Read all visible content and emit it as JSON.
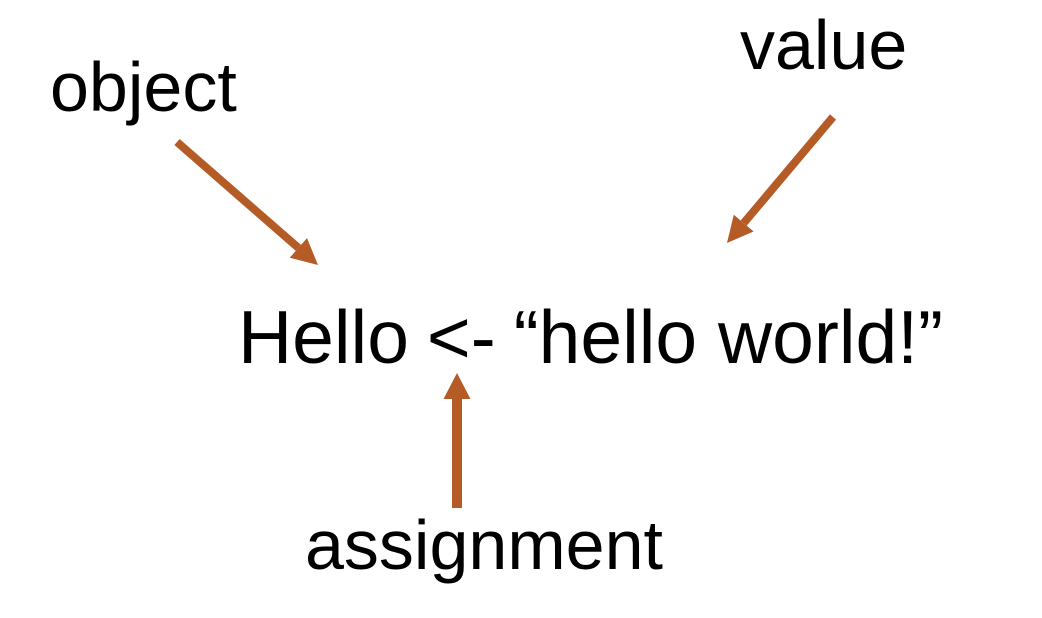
{
  "diagram": {
    "description": "R assignment syntax annotated diagram",
    "labels": {
      "object": "object",
      "value": "value",
      "assignment": "assignment"
    },
    "code": {
      "object": "Hello",
      "operator": "<-",
      "value": "“hello world!”"
    },
    "colors": {
      "arrow": "#b45b26",
      "text": "#000000",
      "background": "#ffffff"
    }
  }
}
